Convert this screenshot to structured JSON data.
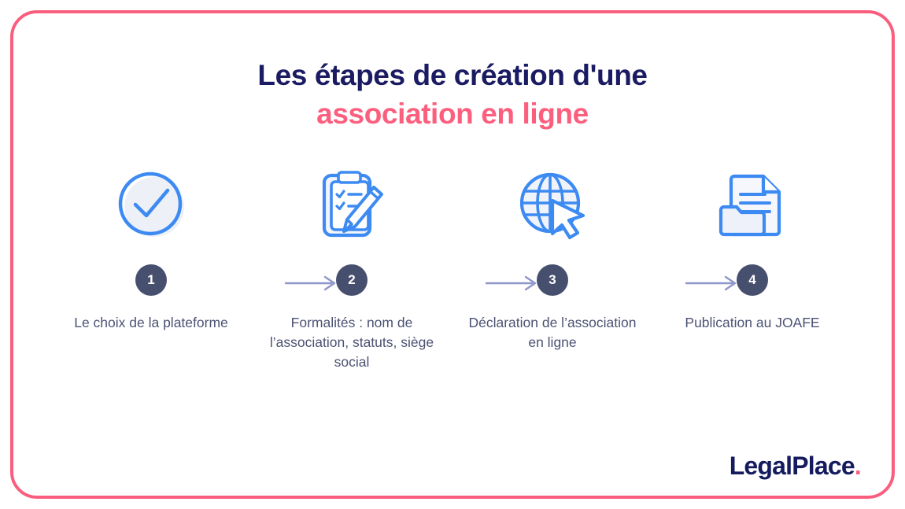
{
  "frame": {
    "border_color": "#fa5e7e"
  },
  "title": {
    "line1": "Les étapes de création d'une",
    "line2": "association en ligne",
    "color1": "#1b1b63",
    "color2": "#fc5f7e"
  },
  "colors": {
    "icon_blue": "#3d8bf2",
    "icon_fill": "#eef0f8",
    "badge": "#474f6e",
    "arrow": "#8e95cb",
    "label_text": "#4c5273",
    "logo_navy": "#141b5e",
    "logo_dot": "#fc5f7e"
  },
  "steps": [
    {
      "number": "1",
      "icon": "check-circle-icon",
      "label": "Le choix de la plateforme"
    },
    {
      "number": "2",
      "icon": "clipboard-checklist-pencil-icon",
      "label": "Formalités : nom de l’association, statuts, siège social"
    },
    {
      "number": "3",
      "icon": "globe-cursor-icon",
      "label": "Déclaration de l’association en ligne"
    },
    {
      "number": "4",
      "icon": "document-folder-icon",
      "label": "Publication au JOAFE"
    }
  ],
  "arrows": [
    {
      "name": "arrow-step-1-to-2"
    },
    {
      "name": "arrow-step-2-to-3"
    },
    {
      "name": "arrow-step-3-to-4"
    }
  ],
  "logo": {
    "name": "LegalPlace",
    "dot": "."
  }
}
